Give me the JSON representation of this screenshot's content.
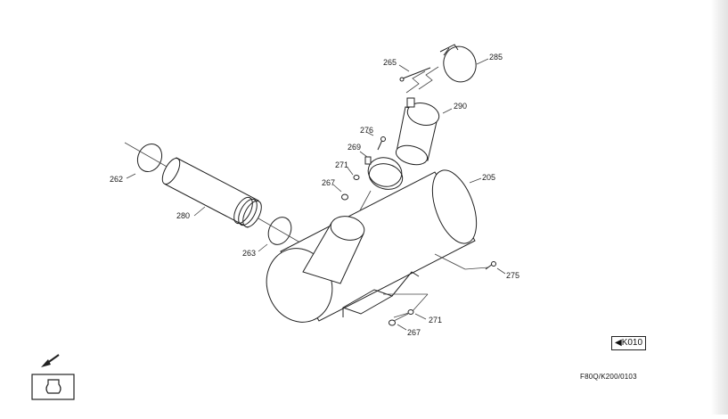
{
  "diagram": {
    "callouts": {
      "c262": "262",
      "c280": "280",
      "c263": "263",
      "c265": "265",
      "c285": "285",
      "c290": "290",
      "c276": "276",
      "c269": "269",
      "c271a": "271",
      "c267a": "267",
      "c205": "205",
      "c275": "275",
      "c271b": "271",
      "c267b": "267"
    },
    "reference_tag": "◀K010",
    "drawing_code": "F80Q/K200/0103"
  },
  "colors": {
    "line": "#222222",
    "background": "#ffffff"
  }
}
